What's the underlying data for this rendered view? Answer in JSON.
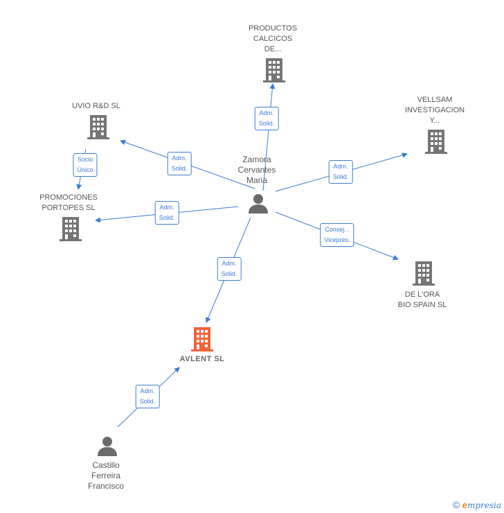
{
  "colors": {
    "edge": "#3a7bd5",
    "building": "#757575",
    "building_focus": "#f0643a",
    "person": "#6b6b6b"
  },
  "nodes": {
    "zamora": {
      "label": "Zamora\nCervantes\nMaria",
      "kind": "person",
      "icon": "person-icon"
    },
    "productos": {
      "label": "PRODUCTOS\nCALCICOS\nDE...",
      "kind": "company",
      "icon": "building-icon"
    },
    "uvio": {
      "label": "UVIO R&D  SL",
      "kind": "company",
      "icon": "building-icon"
    },
    "vellsam": {
      "label": "VELLSAM\nINVESTIGACION\nY...",
      "kind": "company",
      "icon": "building-icon"
    },
    "promociones": {
      "label": "PROMOCIONES\nPORTOPES  SL",
      "kind": "company",
      "icon": "building-icon"
    },
    "delora": {
      "label": "DE L'ORA\nBIO SPAIN  SL",
      "kind": "company",
      "icon": "building-icon"
    },
    "avlent": {
      "label": "AVLENT  SL",
      "kind": "company-focus",
      "icon": "building-icon"
    },
    "castillo": {
      "label": "Castillo\nFerreira\nFrancisco",
      "kind": "person",
      "icon": "person-icon"
    }
  },
  "edges": {
    "zamora_productos": "Adm.\nSolid.",
    "zamora_uvio": "Adm.\nSolid.",
    "zamora_vellsam": "Adm.\nSolid.",
    "zamora_promociones": "Adm.\nSolid.",
    "zamora_delora": "Consej. .\nVicepres.",
    "zamora_avlent": "Adm.\nSolid.",
    "uvio_promociones": "Socio\nÚnico",
    "castillo_avlent": "Adm.\nSolid."
  },
  "footer": {
    "copyright": "©",
    "brand_initial": "e",
    "brand_rest": "mpresia"
  }
}
